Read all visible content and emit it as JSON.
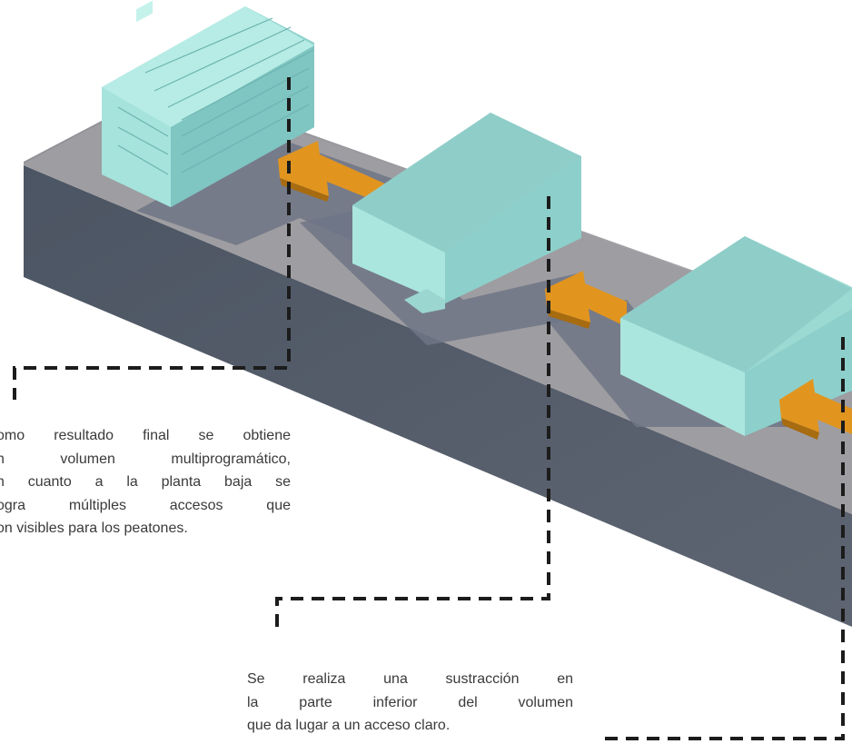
{
  "captions": {
    "final_result": {
      "lines": [
        "omo resultado final  se obtiene",
        "n volumen multiprogramático,",
        "n cuanto a la planta baja se",
        "ogra múltiples accesos que",
        "on visibles para los peatones."
      ]
    },
    "subtraction": {
      "lines": [
        "Se realiza una sustracción en",
        "la parte inferior del volumen",
        "que da lugar a un acceso claro."
      ]
    }
  },
  "colors": {
    "volume_light": "#a9e3dc",
    "volume_mid": "#8fcfca",
    "volume_dark": "#74b0ae",
    "platform_top": "#9b9a9e",
    "platform_side": "#535b69",
    "shadow": "#6f7786",
    "arrow": "#e1951f",
    "arrow_dark": "#a76b10",
    "leader": "#1c1c1c"
  }
}
